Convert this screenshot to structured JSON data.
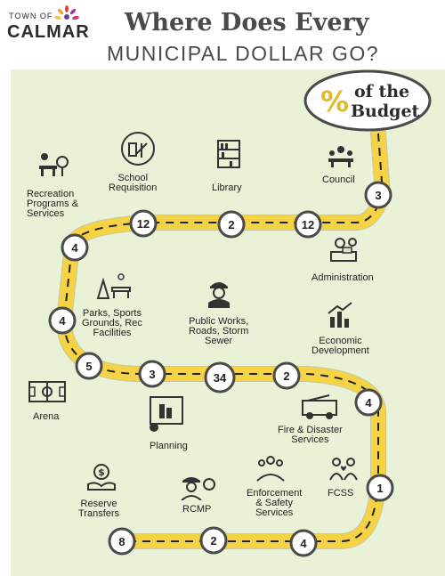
{
  "logo": {
    "small": "TOWN OF",
    "big": "CALMAR"
  },
  "title": {
    "line1": "Where Does Every",
    "line2": "MUNICIPAL DOLLAR GO?"
  },
  "legend": {
    "symbol": "%",
    "text_line1": "of the",
    "text_line2": "Budget"
  },
  "colors": {
    "road": "#f5d344",
    "background": "#e9f2d6",
    "badge_border": "#4a4a4a"
  },
  "categories": [
    {
      "id": "council",
      "label": "Council",
      "value": "3",
      "icon": "council-icon"
    },
    {
      "id": "administration",
      "label": "Administration",
      "value": "12",
      "icon": "administration-icon"
    },
    {
      "id": "library",
      "label": "Library",
      "value": "2",
      "icon": "library-icon"
    },
    {
      "id": "school-requisition",
      "label": "School Requisition",
      "value": "12",
      "icon": "school-icon"
    },
    {
      "id": "recreation",
      "label": "Recreation Programs & Services",
      "value": "4",
      "icon": "recreation-icon"
    },
    {
      "id": "parks",
      "label": "Parks, Sports Grounds, Rec Facilities",
      "value": "4",
      "icon": "parks-icon"
    },
    {
      "id": "arena",
      "label": "Arena",
      "value": "5",
      "icon": "arena-icon"
    },
    {
      "id": "planning",
      "label": "Planning",
      "value": "3",
      "icon": "planning-icon"
    },
    {
      "id": "public-works",
      "label": "Public Works, Roads, Storm Sewer",
      "value": "34",
      "icon": "public-works-icon"
    },
    {
      "id": "economic-development",
      "label": "Economic Development",
      "value": "2",
      "icon": "economic-development-icon"
    },
    {
      "id": "fire",
      "label": "Fire & Disaster Services",
      "value": "4",
      "icon": "fire-truck-icon"
    },
    {
      "id": "fcss",
      "label": "FCSS",
      "value": "1",
      "icon": "fcss-icon"
    },
    {
      "id": "enforcement",
      "label": "Enforcement & Safety Services",
      "value": "4",
      "icon": "enforcement-icon"
    },
    {
      "id": "rcmp",
      "label": "RCMP",
      "value": "2",
      "icon": "rcmp-icon"
    },
    {
      "id": "reserve-transfers",
      "label": "Reserve Transfers",
      "value": "8",
      "icon": "reserve-transfers-icon"
    }
  ]
}
